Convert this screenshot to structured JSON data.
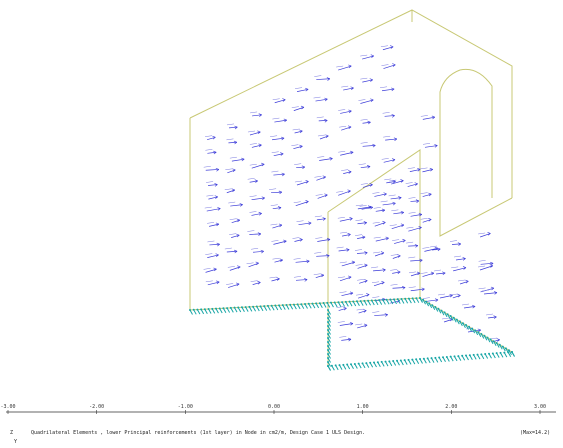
{
  "scale_ticks": [
    "-3.00",
    "-2.00",
    "-1.00",
    "0.00",
    "1.00",
    "2.00",
    "3.00"
  ],
  "caption": "Quadrilateral Elements , lower Principal reinforcements (1st layer) in Node in cm2/m, Design Case 1 ULS Design.",
  "max_label": "(Max=14.2)",
  "axis_triad": {
    "z": "Z",
    "y": "Y"
  },
  "colors": {
    "outline": "#c8c874",
    "arrows": "#3a3ad8",
    "base_nodes": "#18a6a6",
    "scale_line": "#333333"
  }
}
